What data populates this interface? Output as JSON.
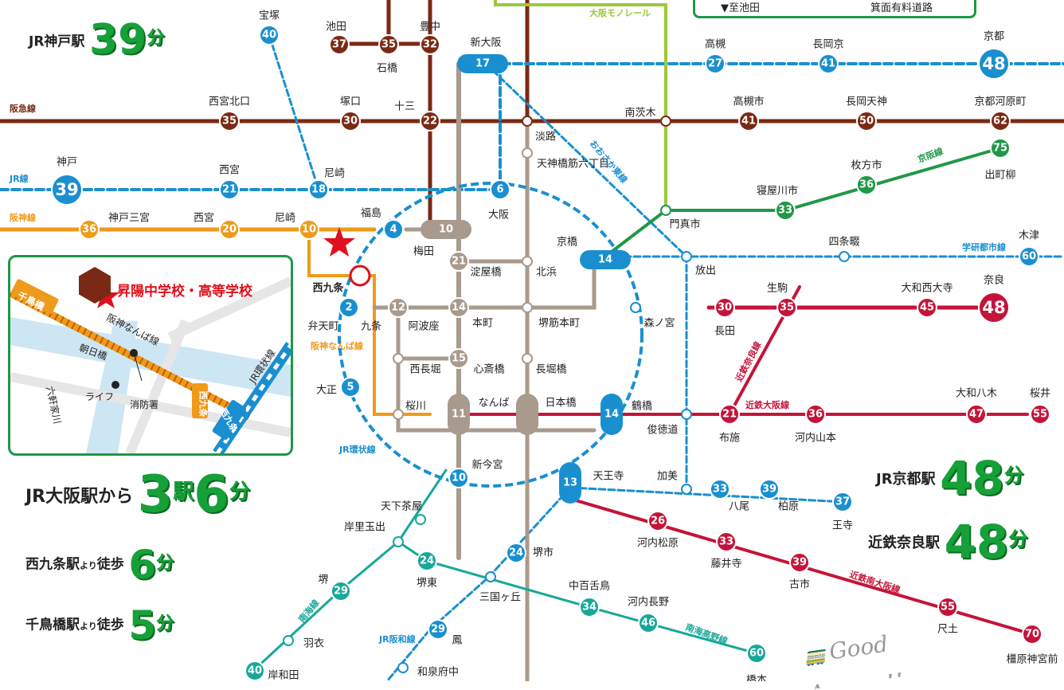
{
  "colors": {
    "jr": "#1a8fd0",
    "hankyu": "#7a2a14",
    "hanshin": "#ee9a1a",
    "metro": "#a89a8c",
    "keihan": "#1f9848",
    "kintetsu": "#c4143a",
    "nankai": "#17a89a",
    "monorail": "#9cc838",
    "loop": "#1a8fd0"
  },
  "stations": [
    {
      "id": "takarazuka",
      "name": "宝塚",
      "num": "40",
      "line": "jr"
    },
    {
      "id": "ikeda",
      "name": "池田",
      "num": "37",
      "line": "hankyu"
    },
    {
      "id": "ishibashi",
      "name": "石橋",
      "num": "35",
      "line": "hankyu"
    },
    {
      "id": "toyonaka",
      "name": "豊中",
      "num": "32",
      "line": "hankyu"
    },
    {
      "id": "shinosaka",
      "name": "新大阪",
      "num": "17",
      "line": "jr"
    },
    {
      "id": "takatsuki",
      "name": "高槻",
      "num": "27",
      "line": "jr"
    },
    {
      "id": "nagaokakyo",
      "name": "長岡京",
      "num": "41",
      "line": "jr"
    },
    {
      "id": "kyoto",
      "name": "京都",
      "num": "48",
      "line": "jr"
    },
    {
      "id": "nishinomiyakitaguchi",
      "name": "西宮北口",
      "num": "35",
      "line": "hankyu"
    },
    {
      "id": "tsukaguchi",
      "name": "塚口",
      "num": "30",
      "line": "hankyu"
    },
    {
      "id": "juso",
      "name": "十三",
      "num": "22",
      "line": "hankyu"
    },
    {
      "id": "minamiibaraki",
      "name": "南茨木",
      "num": "",
      "line": "hankyu"
    },
    {
      "id": "takatsukishi",
      "name": "高槻市",
      "num": "41",
      "line": "hankyu"
    },
    {
      "id": "nagaokatenjin",
      "name": "長岡天神",
      "num": "50",
      "line": "hankyu"
    },
    {
      "id": "kyotokawaramachi",
      "name": "京都河原町",
      "num": "62",
      "line": "hankyu"
    },
    {
      "id": "awaji",
      "name": "淡路",
      "num": "",
      "line": "hankyu"
    },
    {
      "id": "tenjinbashi",
      "name": "天神橋筋六丁目",
      "num": "",
      "line": "metro"
    },
    {
      "id": "kobe",
      "name": "神戸",
      "num": "39",
      "line": "jr"
    },
    {
      "id": "nishinomiya_jr",
      "name": "西宮",
      "num": "21",
      "line": "jr"
    },
    {
      "id": "amagasaki_jr",
      "name": "尼崎",
      "num": "18",
      "line": "jr"
    },
    {
      "id": "osaka",
      "name": "大阪",
      "num": "6",
      "line": "jr"
    },
    {
      "id": "neyagawashi",
      "name": "寝屋川市",
      "num": "33",
      "line": "keihan"
    },
    {
      "id": "hirakatashi",
      "name": "枚方市",
      "num": "36",
      "line": "keihan"
    },
    {
      "id": "demachiyanagi",
      "name": "出町柳",
      "num": "75",
      "line": "keihan"
    },
    {
      "id": "kadomashi",
      "name": "門真市",
      "num": "",
      "line": "keihan"
    },
    {
      "id": "kobesannomiya",
      "name": "神戸三宮",
      "num": "36",
      "line": "hanshin"
    },
    {
      "id": "nishinomiya_hs",
      "name": "西宮",
      "num": "20",
      "line": "hanshin"
    },
    {
      "id": "amagasaki_hs",
      "name": "尼崎",
      "num": "10",
      "line": "hanshin"
    },
    {
      "id": "fukushima",
      "name": "福島",
      "num": "4",
      "line": "jr"
    },
    {
      "id": "umeda",
      "name": "梅田",
      "num": "10",
      "line": "metro"
    },
    {
      "id": "kyobashi",
      "name": "京橋",
      "num": "14",
      "line": "jr"
    },
    {
      "id": "shijonawate",
      "name": "四条畷",
      "num": "",
      "line": "jr"
    },
    {
      "id": "kizu",
      "name": "木津",
      "num": "60",
      "line": "jr"
    },
    {
      "id": "hanaten",
      "name": "放出",
      "num": "",
      "line": "jr"
    },
    {
      "id": "nishikujo",
      "name": "西九条",
      "num": "",
      "line": "jr"
    },
    {
      "id": "yodoyabashi",
      "name": "淀屋橋",
      "num": "21",
      "line": "metro"
    },
    {
      "id": "kitahama",
      "name": "北浜",
      "num": "",
      "line": "metro"
    },
    {
      "id": "ikoma",
      "name": "生駒",
      "num": "35",
      "line": "kintetsu"
    },
    {
      "id": "yamatosaidaiji",
      "name": "大和西大寺",
      "num": "45",
      "line": "kintetsu"
    },
    {
      "id": "nara",
      "name": "奈良",
      "num": "48",
      "line": "kintetsu"
    },
    {
      "id": "bentencho",
      "name": "弁天町",
      "num": "2",
      "line": "jr"
    },
    {
      "id": "kujo",
      "name": "九条",
      "num": "12",
      "line": "metro"
    },
    {
      "id": "awaza",
      "name": "阿波座",
      "num": "",
      "line": "metro"
    },
    {
      "id": "honmachi",
      "name": "本町",
      "num": "14",
      "line": "metro"
    },
    {
      "id": "sakaisujihonmachi",
      "name": "堺筋本町",
      "num": "",
      "line": "metro"
    },
    {
      "id": "morinomiya",
      "name": "森ノ宮",
      "num": "",
      "line": "jr"
    },
    {
      "id": "nagata",
      "name": "長田",
      "num": "30",
      "line": "kintetsu"
    },
    {
      "id": "nishinagahori",
      "name": "西長堀",
      "num": "",
      "line": "metro"
    },
    {
      "id": "shinsaibashi",
      "name": "心斎橋",
      "num": "15",
      "line": "metro"
    },
    {
      "id": "nagahoribashi",
      "name": "長堀橋",
      "num": "",
      "line": "metro"
    },
    {
      "id": "taisho",
      "name": "大正",
      "num": "5",
      "line": "jr"
    },
    {
      "id": "sakuragawa",
      "name": "桜川",
      "num": "",
      "line": "metro"
    },
    {
      "id": "namba",
      "name": "なんば",
      "num": "11",
      "line": "metro"
    },
    {
      "id": "nipponbashi",
      "name": "日本橋",
      "num": "",
      "line": "metro"
    },
    {
      "id": "tsuruhashi",
      "name": "鶴橋",
      "num": "14",
      "line": "jr"
    },
    {
      "id": "shuntokumichi",
      "name": "俊徳道",
      "num": "",
      "line": "jr"
    },
    {
      "id": "fuse",
      "name": "布施",
      "num": "21",
      "line": "kintetsu"
    },
    {
      "id": "kawachiyamamoto",
      "name": "河内山本",
      "num": "36",
      "line": "kintetsu"
    },
    {
      "id": "yamatoyagi",
      "name": "大和八木",
      "num": "47",
      "line": "kintetsu"
    },
    {
      "id": "sakurai",
      "name": "桜井",
      "num": "55",
      "line": "kintetsu"
    },
    {
      "id": "shinimamiya",
      "name": "新今宮",
      "num": "10",
      "line": "jr"
    },
    {
      "id": "tennoji",
      "name": "天王寺",
      "num": "13",
      "line": "jr"
    },
    {
      "id": "kami",
      "name": "加美",
      "num": "",
      "line": "jr"
    },
    {
      "id": "yao",
      "name": "八尾",
      "num": "33",
      "line": "jr"
    },
    {
      "id": "kashiwara",
      "name": "柏原",
      "num": "39",
      "line": "jr"
    },
    {
      "id": "oji",
      "name": "王寺",
      "num": "37",
      "line": "jr"
    },
    {
      "id": "tengachaya",
      "name": "天下茶屋",
      "num": "",
      "line": "nankai"
    },
    {
      "id": "kishinosatotamade",
      "name": "岸里玉出",
      "num": "",
      "line": "nankai"
    },
    {
      "id": "sakaihigashi",
      "name": "堺東",
      "num": "24",
      "line": "nankai"
    },
    {
      "id": "sakaishi",
      "name": "堺市",
      "num": "24",
      "line": "jr"
    },
    {
      "id": "mikunigaoka",
      "name": "三国ヶ丘",
      "num": "",
      "line": "jr"
    },
    {
      "id": "nakamozu",
      "name": "中百舌鳥",
      "num": "34",
      "line": "nankai"
    },
    {
      "id": "kawachinagano",
      "name": "河内長野",
      "num": "46",
      "line": "nankai"
    },
    {
      "id": "hashimoto",
      "name": "橋本",
      "num": "60",
      "line": "nankai"
    },
    {
      "id": "kawachimatsubara",
      "name": "河内松原",
      "num": "26",
      "line": "kintetsu"
    },
    {
      "id": "fujiidera",
      "name": "藤井寺",
      "num": "33",
      "line": "kintetsu"
    },
    {
      "id": "furuichi",
      "name": "古市",
      "num": "39",
      "line": "kintetsu"
    },
    {
      "id": "shakudo",
      "name": "尺土",
      "num": "55",
      "line": "kintetsu"
    },
    {
      "id": "kashiharajingumae",
      "name": "橿原神宮前",
      "num": "70",
      "line": "kintetsu"
    },
    {
      "id": "sakai",
      "name": "堺",
      "num": "29",
      "line": "nankai"
    },
    {
      "id": "hagoromo",
      "name": "羽衣",
      "num": "",
      "line": "nankai"
    },
    {
      "id": "kishiwada",
      "name": "岸和田",
      "num": "40",
      "line": "nankai"
    },
    {
      "id": "otori",
      "name": "鳳",
      "num": "29",
      "line": "jr"
    },
    {
      "id": "izumifuchu",
      "name": "和泉府中",
      "num": "",
      "line": "jr"
    }
  ],
  "line_labels": {
    "hankyu": "阪急線",
    "jr": "JR線",
    "hanshin": "阪神線",
    "monorail": "大阪モノレール",
    "osakahigashi": "おおさか東線",
    "keihan": "京阪線",
    "gakkentoshi": "学研都市線",
    "kintetsu_nara": "近鉄奈良線",
    "kintetsu_osaka": "近鉄大阪線",
    "hanshin_namba": "阪神なんば線",
    "loop": "JR環状線",
    "nankai": "南海線",
    "jr_hanwa": "JR阪和線",
    "nankai_koya": "南海高野線",
    "kintetsu_minami": "近鉄南大阪線"
  },
  "misc": {
    "to_ikeda": "▼至池田",
    "toll_road": "箕面有料道路",
    "good": "Good",
    "access": "Access!!"
  },
  "headline": {
    "kobe": {
      "label": "JR神戸駅",
      "num": "39",
      "unit": "分"
    },
    "osaka": {
      "label": "JR大阪駅から",
      "n1": "3",
      "u1": "駅",
      "n2": "6",
      "u2": "分"
    },
    "nishikujo": {
      "label": "西九条駅",
      "mid": "より",
      "tail": "徒歩",
      "num": "6",
      "unit": "分"
    },
    "chidoribashi": {
      "label": "千鳥橋駅",
      "mid": "より",
      "tail": "徒歩",
      "num": "5",
      "unit": "分"
    },
    "kyoto": {
      "label": "JR京都駅",
      "num": "48",
      "unit": "分"
    },
    "nara": {
      "label": "近鉄奈良駅",
      "num": "48",
      "unit": "分"
    }
  },
  "inset": {
    "school": "昇陽中学校・高等学校",
    "chidoribashi": "千鳥橋",
    "hanshin_namba": "阪神なんば線",
    "asahibashi": "朝日橋",
    "fire": "消防署",
    "life": "ライフ",
    "rokkenya": "六軒家川",
    "jr_loop": "JR環状線",
    "nishikujo_st1": "西九条",
    "nishikujo_st2": "西九条"
  }
}
